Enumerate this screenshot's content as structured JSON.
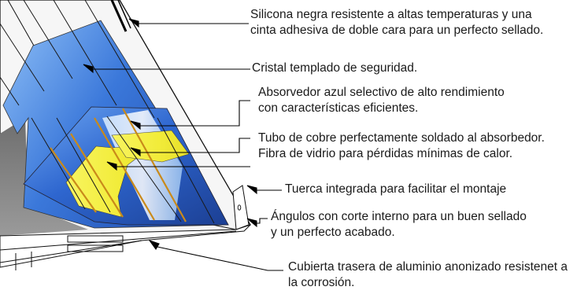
{
  "labels": [
    {
      "id": "silicona",
      "lines": [
        "Silicona negra resistente a altas temperaturas y una",
        "cinta adhesiva de doble cara para un perfecto sellado."
      ]
    },
    {
      "id": "cristal",
      "lines": [
        "Cristal templado de seguridad."
      ]
    },
    {
      "id": "absorvedor",
      "lines": [
        "Absorvedor azul selectivo de alto rendimiento",
        "con características eficientes."
      ]
    },
    {
      "id": "tubo",
      "lines": [
        "Tubo de cobre perfectamente soldado al absorbedor."
      ]
    },
    {
      "id": "fibra",
      "lines": [
        "Fibra de vidrio para pérdidas mínimas de calor."
      ]
    },
    {
      "id": "tuerca",
      "lines": [
        "Tuerca integrada para facilitar el montaje"
      ]
    },
    {
      "id": "angulos",
      "lines": [
        "Ángulos con corte interno para un buen sellado",
        "y un perfecto acabado."
      ]
    },
    {
      "id": "cubierta",
      "lines": [
        "Cubierta trasera de aluminio anonizado resistenet a",
        "la corrosión."
      ]
    }
  ],
  "colors": {
    "frame": "#f4f4f4",
    "frame_shadow": "#8a8a8a",
    "absorber_blue": "#2f64c8",
    "absorber_dark": "#1d3f8f",
    "fiberglass_yellow": "#f5f04a",
    "copper": "#c98a1a",
    "leader": "#000000"
  }
}
